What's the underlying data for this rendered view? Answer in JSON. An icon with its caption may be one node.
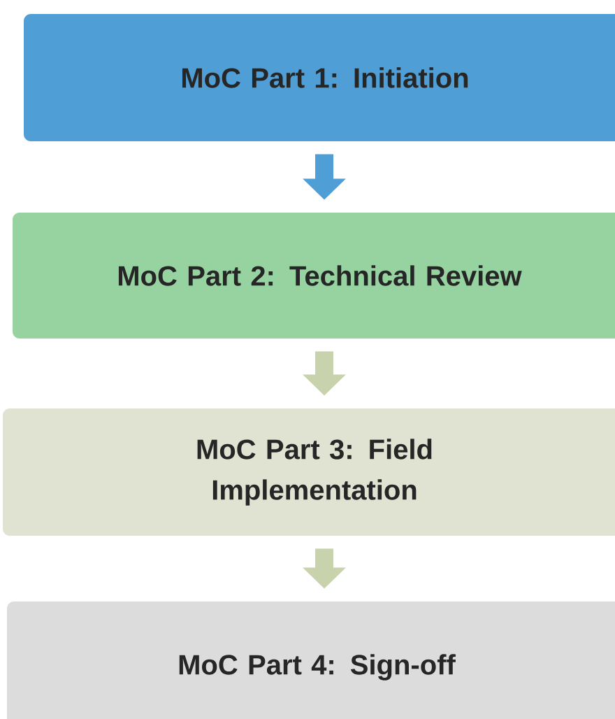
{
  "diagram": {
    "nodes": [
      {
        "text": [
          "MoC Part 1: Initiation"
        ]
      },
      {
        "text": [
          "MoC Part 2: Technical Review"
        ]
      },
      {
        "text": [
          "MoC Part 3: Field Implementation"
        ]
      },
      {
        "text": [
          "MoC Part 4: Sign-off"
        ]
      }
    ],
    "edges": [
      {
        "from": 0,
        "to": 1,
        "arrow": "to",
        "color": "#4f9ed6"
      },
      {
        "from": 1,
        "to": 2,
        "arrow": "to"
      },
      {
        "from": 2,
        "to": 3,
        "arrow": "to"
      }
    ]
  }
}
